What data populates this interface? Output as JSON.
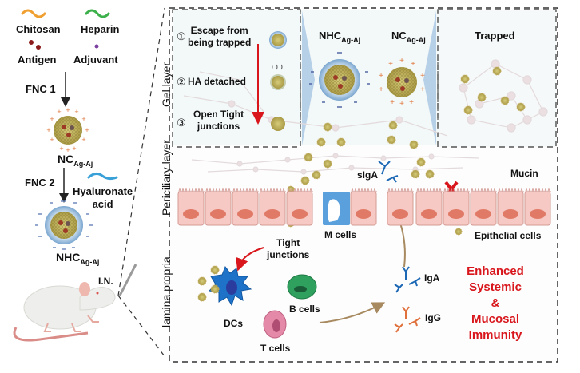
{
  "legend": {
    "chitosan": "Chitosan",
    "heparin": "Heparin",
    "antigen": "Antigen",
    "adjuvant": "Adjuvant",
    "hyaluronate": "Hyaluronate",
    "hyaluronate2": "acid"
  },
  "steps": {
    "fnc1": "FNC 1",
    "fnc2": "FNC 2",
    "nc": "NC",
    "nhc": "NHC",
    "sub": "Ag-Aj",
    "in": "I.N."
  },
  "layers": {
    "gel": "Gel layer",
    "periciliary": "Periciliary layer",
    "lamina": "lamina propria"
  },
  "gel_panel": {
    "step1_num": "①",
    "step1": "Escape from",
    "step1b": "being trapped",
    "step2_num": "②",
    "step2": "HA detached",
    "step3_num": "③",
    "step3": "Open Tight",
    "step3b": "junctions",
    "nhc": "NHC",
    "nc": "NC",
    "sub": "Ag-Aj",
    "trapped": "Trapped"
  },
  "epithelium": {
    "sIgA": "sIgA",
    "mucin": "Mucin",
    "m_cells": "M cells",
    "epithelial": "Epithelial cells",
    "tight1": "Tight",
    "tight2": "junctions"
  },
  "immune": {
    "dcs": "DCs",
    "b_cells": "B cells",
    "t_cells": "T cells",
    "iga": "IgA",
    "igg": "IgG"
  },
  "outcome": {
    "line1": "Enhanced",
    "line2": "Systemic",
    "line3": "&",
    "line4": "Mucosal",
    "line5": "Immunity"
  },
  "colors": {
    "chitosan": "#f0a030",
    "heparin": "#3cb04a",
    "antigen": "#8b1a1a",
    "adjuvant": "#7b3fa0",
    "hyaluronate": "#3aa0d8",
    "outcome": "#d8161c",
    "epithelium": "#f6c9c4",
    "nucleus": "#e07a66",
    "m_cell": "#5aa0dc"
  }
}
